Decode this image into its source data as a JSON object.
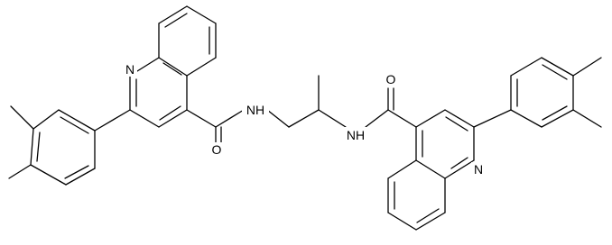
{
  "diagram": {
    "type": "chemical-structure",
    "atom_labels": {
      "n_left_ring": "N",
      "n_right_ring": "N",
      "nh_left": "NH",
      "nh_right": "NH",
      "o_left": "O",
      "o_right": "O"
    },
    "colors": {
      "bond": "#000000",
      "background": "#ffffff"
    }
  }
}
